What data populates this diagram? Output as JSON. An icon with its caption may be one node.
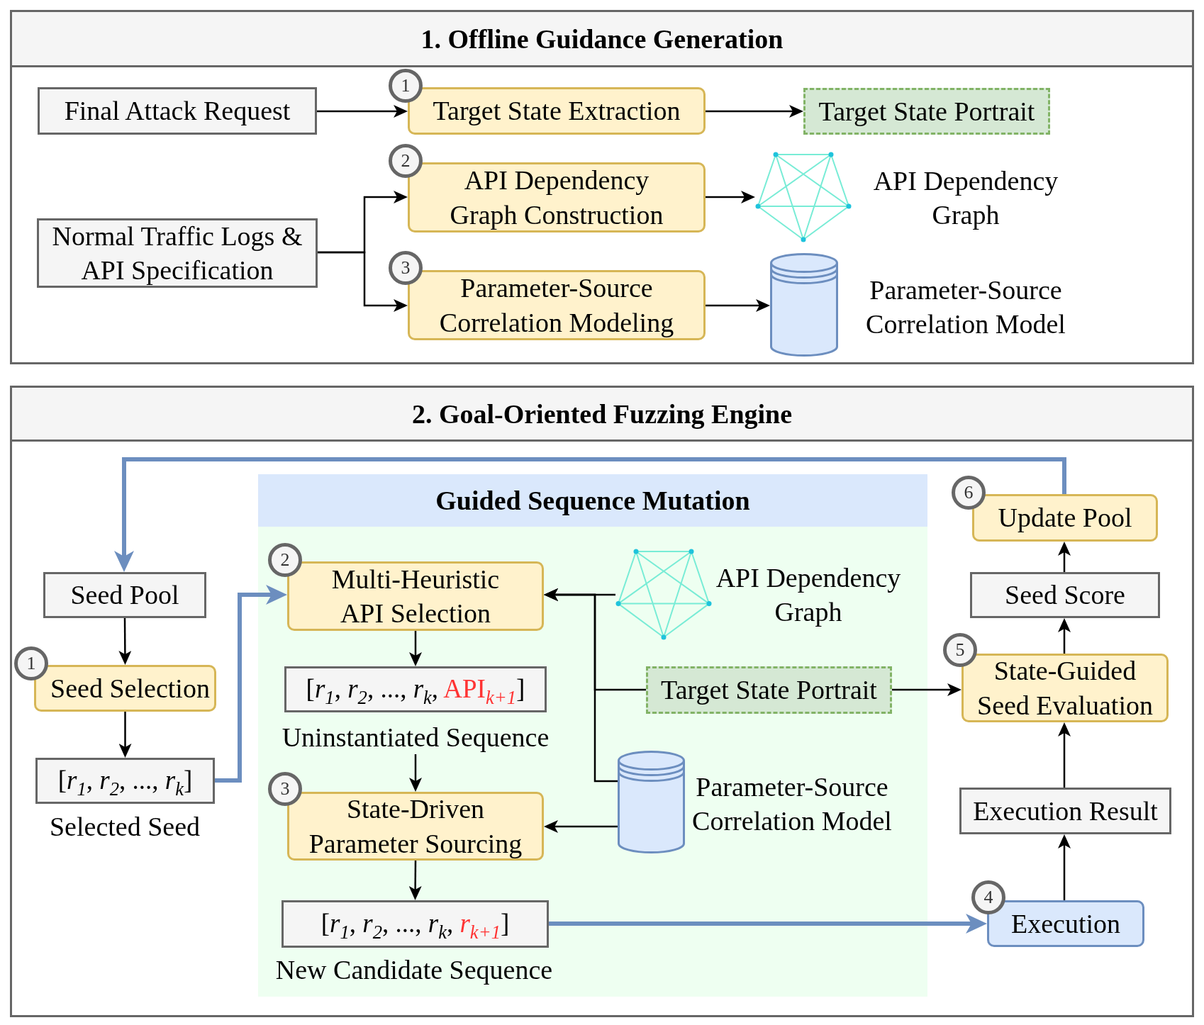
{
  "diagram": {
    "nodes": [
      {
        "text": [
          "1. Offline Guidance Generation"
        ]
      },
      {
        "text": [
          "Final Attack Request"
        ],
        "in": 0
      },
      {
        "text": [
          "1"
        ],
        "in": 0
      },
      {
        "text": [
          "Target State Extraction"
        ],
        "in": 0
      },
      {
        "text": [
          "Target State Portrait"
        ],
        "in": 0
      },
      {
        "text": [
          "Normal Traffic Logs & API Specification"
        ],
        "in": 0
      },
      {
        "text": [
          "2"
        ],
        "in": 0
      },
      {
        "text": [
          "API Dependency Graph Construction"
        ],
        "in": 0
      },
      {
        "text": [],
        "shape": "graph",
        "beside": [
          "API Dependency Graph"
        ],
        "in": 0
      },
      {
        "text": [
          "3"
        ],
        "in": 0
      },
      {
        "text": [
          "Parameter-Source Correlation Modeling"
        ],
        "in": 0
      },
      {
        "text": [],
        "shape": "cylinder",
        "beside": [
          "Parameter-Source Correlation Model"
        ],
        "in": 0
      },
      {
        "text": [
          "2. Goal-Oriented Fuzzing Engine"
        ]
      },
      {
        "text": [
          "Seed Pool"
        ],
        "in": 12
      },
      {
        "text": [
          "1"
        ],
        "in": 12
      },
      {
        "text": [
          "Seed Selection"
        ],
        "in": 12
      },
      {
        "text": [
          "[*r*$_{1}$, *r*$_{2}$, ..., *r*$_{k}$]"
        ],
        "beside": [
          "Selected Seed"
        ],
        "in": 12
      },
      {
        "text": [
          "Guided Sequence Mutation"
        ],
        "in": 12
      },
      {
        "text": [
          "2"
        ],
        "in": 17
      },
      {
        "text": [
          "Multi-Heuristic API Selection"
        ],
        "in": 17
      },
      {
        "text": [],
        "shape": "graph",
        "beside": [
          "API Dependency Graph"
        ],
        "in": 17
      },
      {
        "text": [
          "[*r*$_{1}$, *r*$_{2}$, ..., *r*$_{k}$, API$_{k+1}$]"
        ],
        "beside": [
          "Uninstantiated Sequence"
        ],
        "in": 17
      },
      {
        "text": [
          "Target State Portrait"
        ],
        "in": 17
      },
      {
        "text": [
          "3"
        ],
        "in": 17
      },
      {
        "text": [
          "State-Driven Parameter Sourcing"
        ],
        "in": 17
      },
      {
        "text": [],
        "shape": "cylinder",
        "beside": [
          "Parameter-Source Correlation Model"
        ],
        "in": 17
      },
      {
        "text": [
          "[*r*$_{1}$, *r*$_{2}$, ..., *r*$_{k}$, *r*$_{k+1}$]"
        ],
        "beside": [
          "New Candidate Sequence"
        ],
        "in": 17
      },
      {
        "text": [
          "6"
        ],
        "in": 12
      },
      {
        "text": [
          "Update Pool"
        ],
        "in": 12
      },
      {
        "text": [
          "Seed Score"
        ],
        "in": 12
      },
      {
        "text": [
          "5"
        ],
        "in": 12
      },
      {
        "text": [
          "State-Guided Seed Evaluation"
        ],
        "in": 12
      },
      {
        "text": [
          "Execution Result"
        ],
        "in": 12
      },
      {
        "text": [
          "4"
        ],
        "in": 12
      },
      {
        "text": [
          "Execution"
        ],
        "in": 12
      }
    ],
    "edges": [
      {
        "from": 1,
        "to": 3,
        "arrow": "to"
      },
      {
        "from": 3,
        "to": 4,
        "arrow": "to"
      },
      {
        "from": 5,
        "to": 7,
        "arrow": "to"
      },
      {
        "from": 5,
        "to": 10,
        "arrow": "to"
      },
      {
        "from": 7,
        "to": 8,
        "arrow": "to"
      },
      {
        "from": 10,
        "to": 11,
        "arrow": "to"
      },
      {
        "from": 28,
        "to": 13,
        "arrow": "to",
        "style": "thick",
        "color": "#6c8ebf"
      },
      {
        "from": 13,
        "to": 15,
        "arrow": "to"
      },
      {
        "from": 15,
        "to": 16,
        "arrow": "to"
      },
      {
        "from": 16,
        "to": 19,
        "arrow": "to",
        "style": "thick",
        "color": "#6c8ebf"
      },
      {
        "from": 19,
        "to": 21,
        "arrow": "to"
      },
      {
        "from": 21,
        "to": 24,
        "arrow": "to"
      },
      {
        "from": 24,
        "to": 26,
        "arrow": "to"
      },
      {
        "from": 20,
        "to": 19,
        "arrow": "to"
      },
      {
        "from": 22,
        "to": 19,
        "arrow": "to"
      },
      {
        "from": 25,
        "to": 19,
        "arrow": "to"
      },
      {
        "from": 25,
        "to": 24,
        "arrow": "to"
      },
      {
        "from": 22,
        "to": 31,
        "arrow": "to"
      },
      {
        "from": 26,
        "to": 34,
        "arrow": "to",
        "style": "thick",
        "color": "#6c8ebf"
      },
      {
        "from": 34,
        "to": 32,
        "arrow": "to"
      },
      {
        "from": 32,
        "to": 31,
        "arrow": "to"
      },
      {
        "from": 31,
        "to": 29,
        "arrow": "to"
      },
      {
        "from": 29,
        "to": 28,
        "arrow": "to"
      }
    ]
  }
}
